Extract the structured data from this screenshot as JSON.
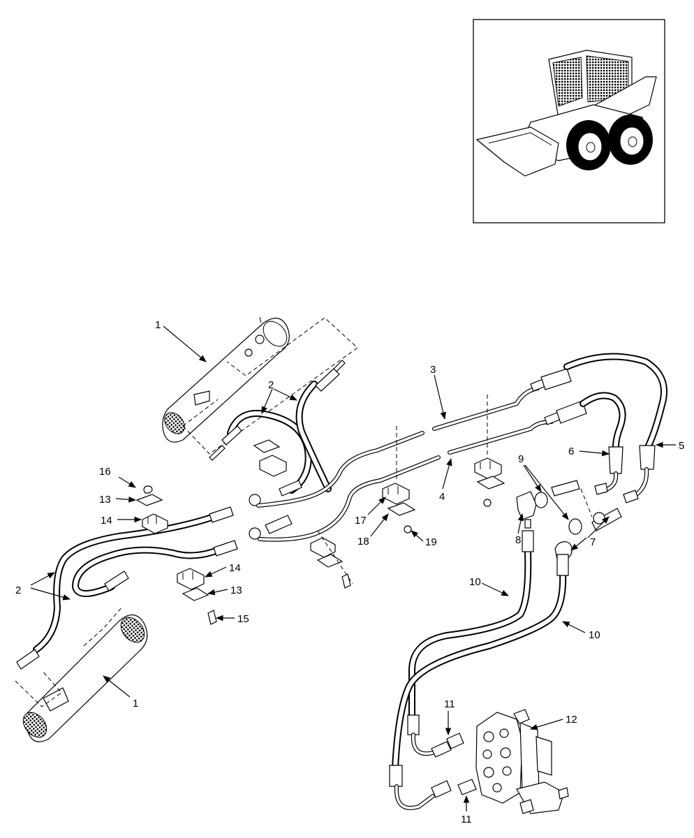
{
  "diagram": {
    "callouts": {
      "c1a": "1",
      "c1b": "1",
      "c2a": "2",
      "c2b": "2",
      "c3": "3",
      "c4": "4",
      "c5": "5",
      "c6": "6",
      "c7": "7",
      "c8": "8",
      "c9": "9",
      "c10a": "10",
      "c10b": "10",
      "c11a": "11",
      "c11b": "11",
      "c12": "12",
      "c13a": "13",
      "c13b": "13",
      "c14a": "14",
      "c14b": "14",
      "c15": "15",
      "c16": "16",
      "c17": "17",
      "c18": "18",
      "c19": "19"
    },
    "inset_icon": "skid-steer-loader-icon"
  }
}
